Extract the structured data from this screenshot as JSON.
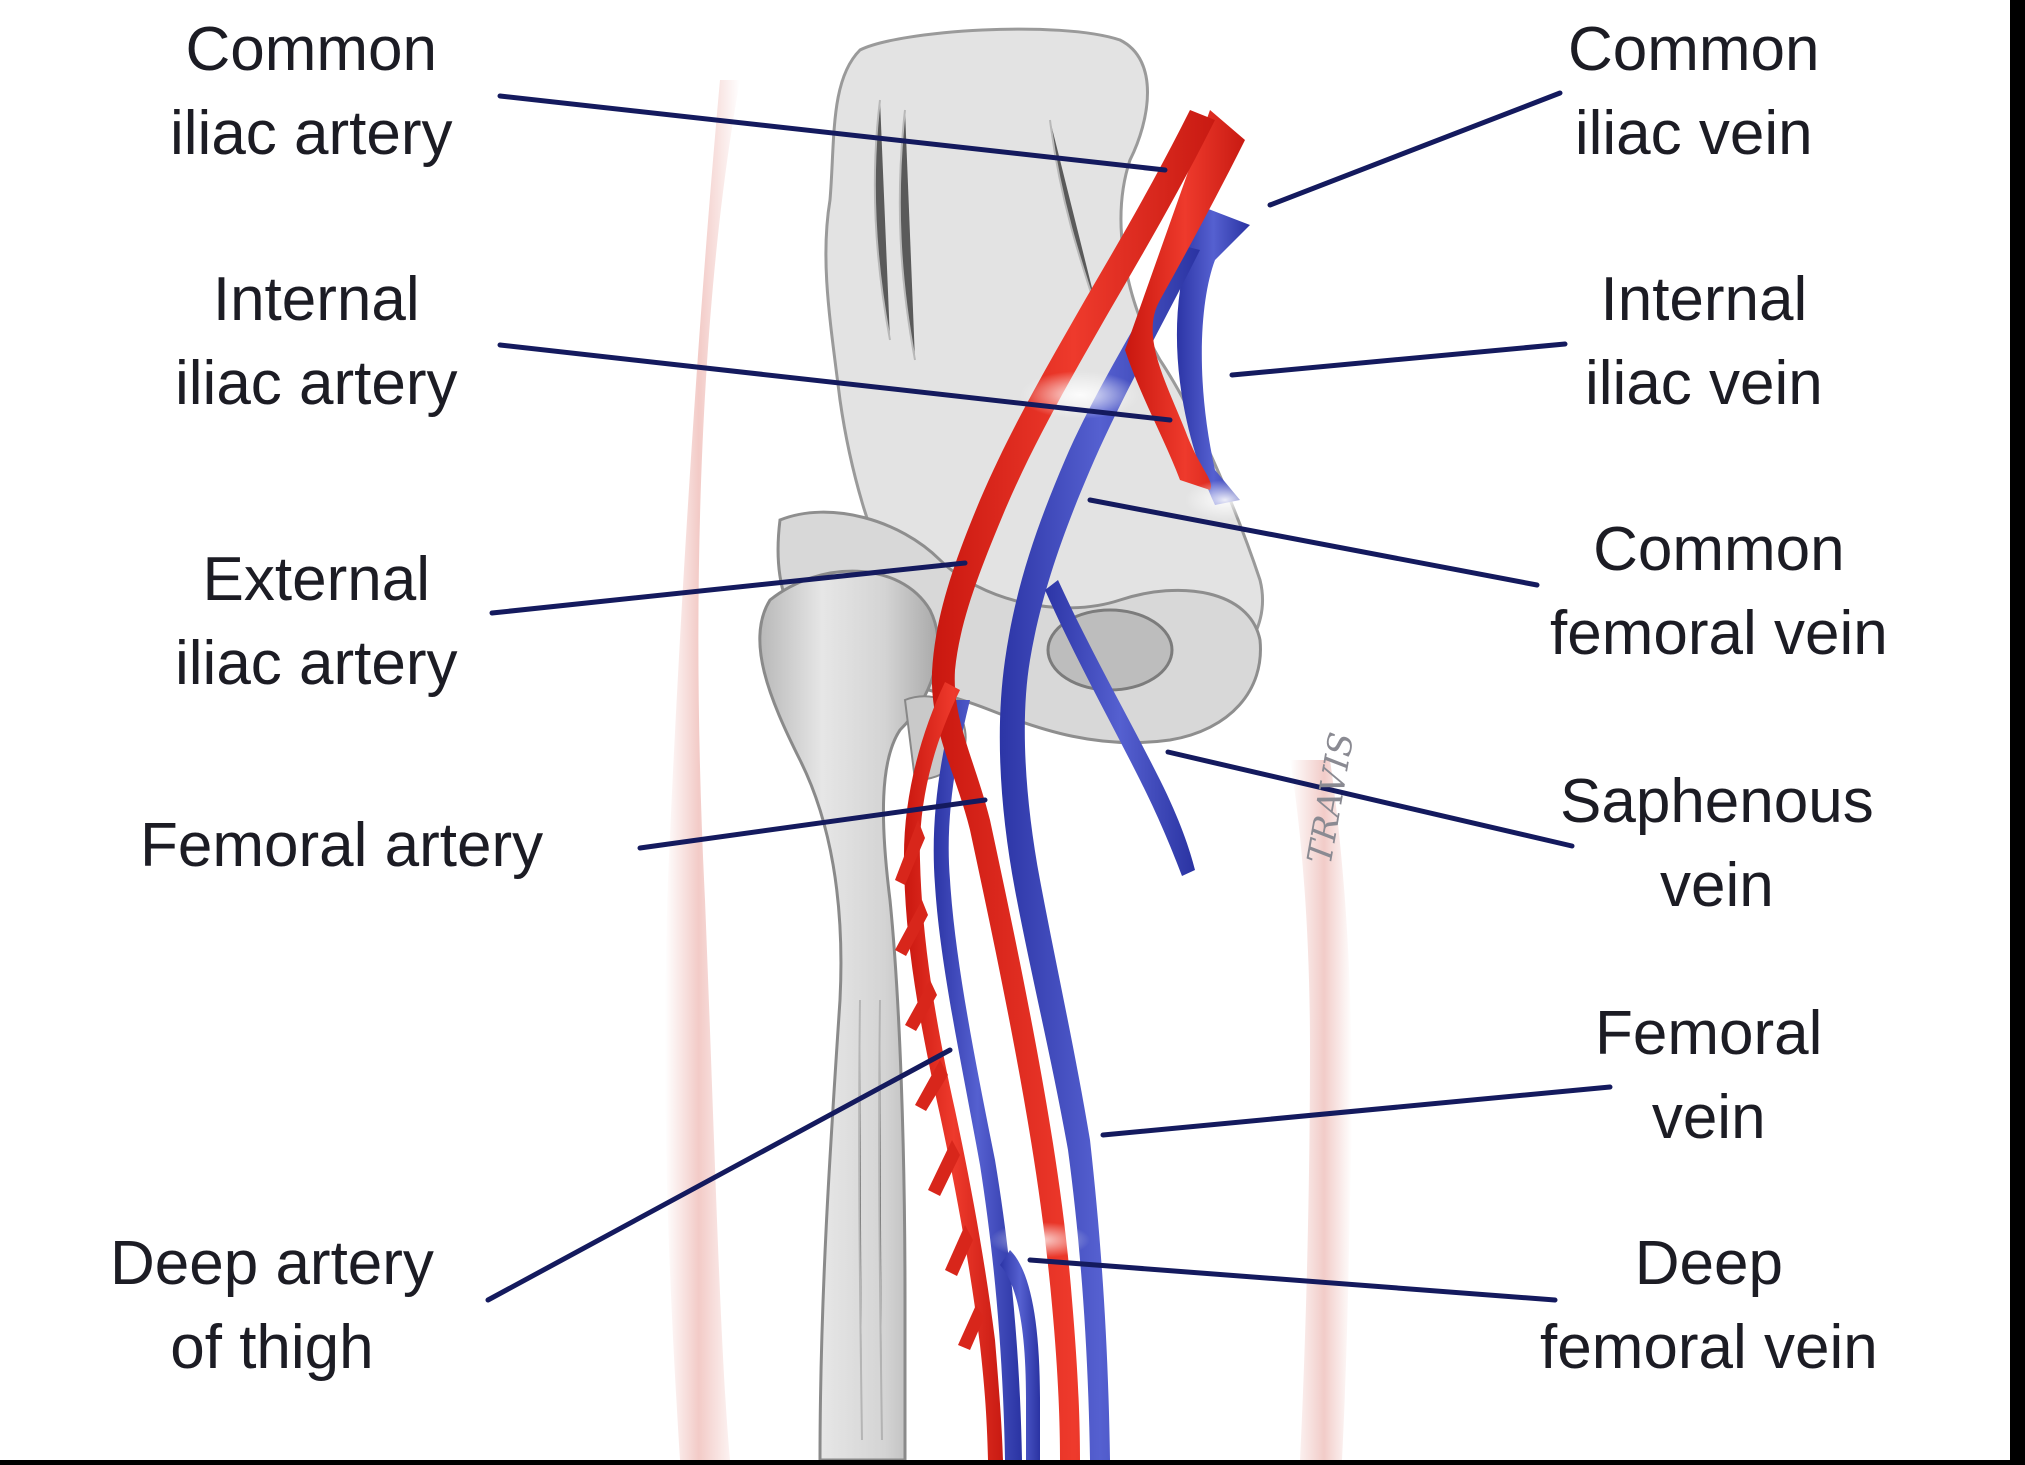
{
  "diagram": {
    "labels_left": [
      {
        "id": "common-iliac-artery",
        "line1": "Common",
        "line2": "iliac artery"
      },
      {
        "id": "internal-iliac-artery",
        "line1": "Internal",
        "line2": "iliac artery"
      },
      {
        "id": "external-iliac-artery",
        "line1": "External",
        "line2": "iliac artery"
      },
      {
        "id": "femoral-artery",
        "line1": "Femoral artery",
        "line2": ""
      },
      {
        "id": "deep-artery-of-thigh",
        "line1": "Deep artery",
        "line2": "of thigh"
      }
    ],
    "labels_right": [
      {
        "id": "common-iliac-vein",
        "line1": "Common",
        "line2": "iliac vein"
      },
      {
        "id": "internal-iliac-vein",
        "line1": "Internal",
        "line2": "iliac vein"
      },
      {
        "id": "common-femoral-vein",
        "line1": "Common",
        "line2": "femoral vein"
      },
      {
        "id": "saphenous-vein",
        "line1": "Saphenous",
        "line2": "vein"
      },
      {
        "id": "femoral-vein",
        "line1": "Femoral",
        "line2": "vein"
      },
      {
        "id": "deep-femoral-vein",
        "line1": "Deep",
        "line2": "femoral vein"
      }
    ],
    "signature": "TRAVIS",
    "colors": {
      "artery": "#e0291f",
      "vein": "#3a44b8",
      "leader_line": "#141a5e",
      "background": "#ffffff",
      "frame": "#000000",
      "bone": "#d9d9d9"
    }
  }
}
